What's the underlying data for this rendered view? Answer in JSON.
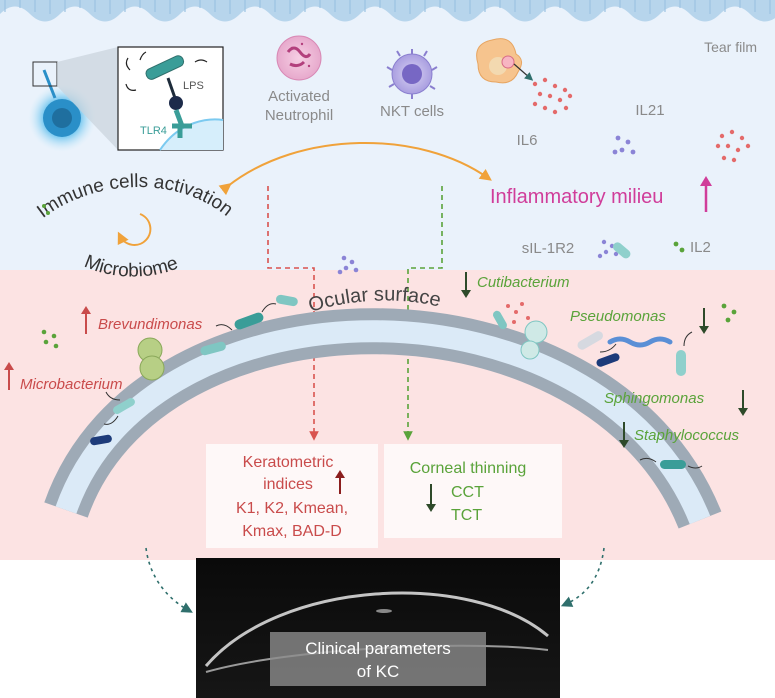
{
  "tear_film": {
    "label": "Tear film",
    "inset": {
      "lps": "LPS",
      "tlr4": "TLR4"
    },
    "neutrophil_label": [
      "Activated",
      "Neutrophil"
    ],
    "nkt_label": "NKT cells",
    "cytokines": {
      "il6": "IL6",
      "il21": "IL21",
      "sil1r2": "sIL-1R2",
      "il2": "IL2"
    },
    "inflammatory_milieu": "Inflammatory milieu",
    "immune_activation": "Immune cells activation",
    "microbiome": "Microbiome"
  },
  "ocular_surface": {
    "label": "Ocular surface",
    "bacteria_up": [
      "Brevundimonas",
      "Microbacterium"
    ],
    "bacteria_down": [
      "Cutibacterium",
      "Pseudomonas",
      "Sphingomonas",
      "Staphylococcus"
    ]
  },
  "keratometric": {
    "title_line1": "Keratometric",
    "title_line2": "indices",
    "line3": "K1, K2, Kmean,",
    "line4": "Kmax, BAD-D"
  },
  "corneal": {
    "title": "Corneal thinning",
    "cct": "CCT",
    "tct": "TCT"
  },
  "clinical": {
    "line1": "Clinical parameters",
    "line2": "of KC"
  },
  "colors": {
    "tear_bg": "#eaf2fb",
    "surface_bg": "#fce3e3",
    "milieu": "#d03d9a",
    "red": "#c94b4b",
    "green": "#5aa33a",
    "dark_green": "#2e4a2a",
    "teal": "#2f6f6c",
    "orange": "#f0a23a",
    "cornea": "#aab7c2"
  }
}
